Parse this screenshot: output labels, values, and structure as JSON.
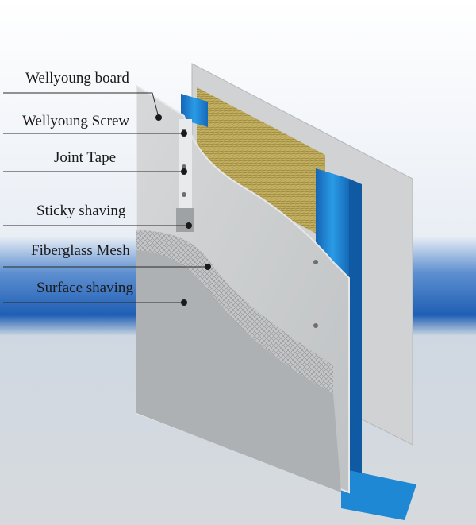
{
  "labels": {
    "board": "Wellyoung board",
    "screw": "Wellyoung Screw",
    "tape": "Joint Tape",
    "sticky": "Sticky shaving",
    "mesh": "Fiberglass Mesh",
    "surface": "Surface shaving"
  },
  "colors": {
    "background_top": "#f2f5f9",
    "blue_band": "#1f5fb4",
    "floor": "#d4d8dc",
    "board": "#c9cbcc",
    "board_edge": "#e8e8e8",
    "stud": "#1e88d4",
    "insulation": "#c9b66a",
    "shaving": "#a9acaf",
    "leader": "#2a2a2a"
  }
}
